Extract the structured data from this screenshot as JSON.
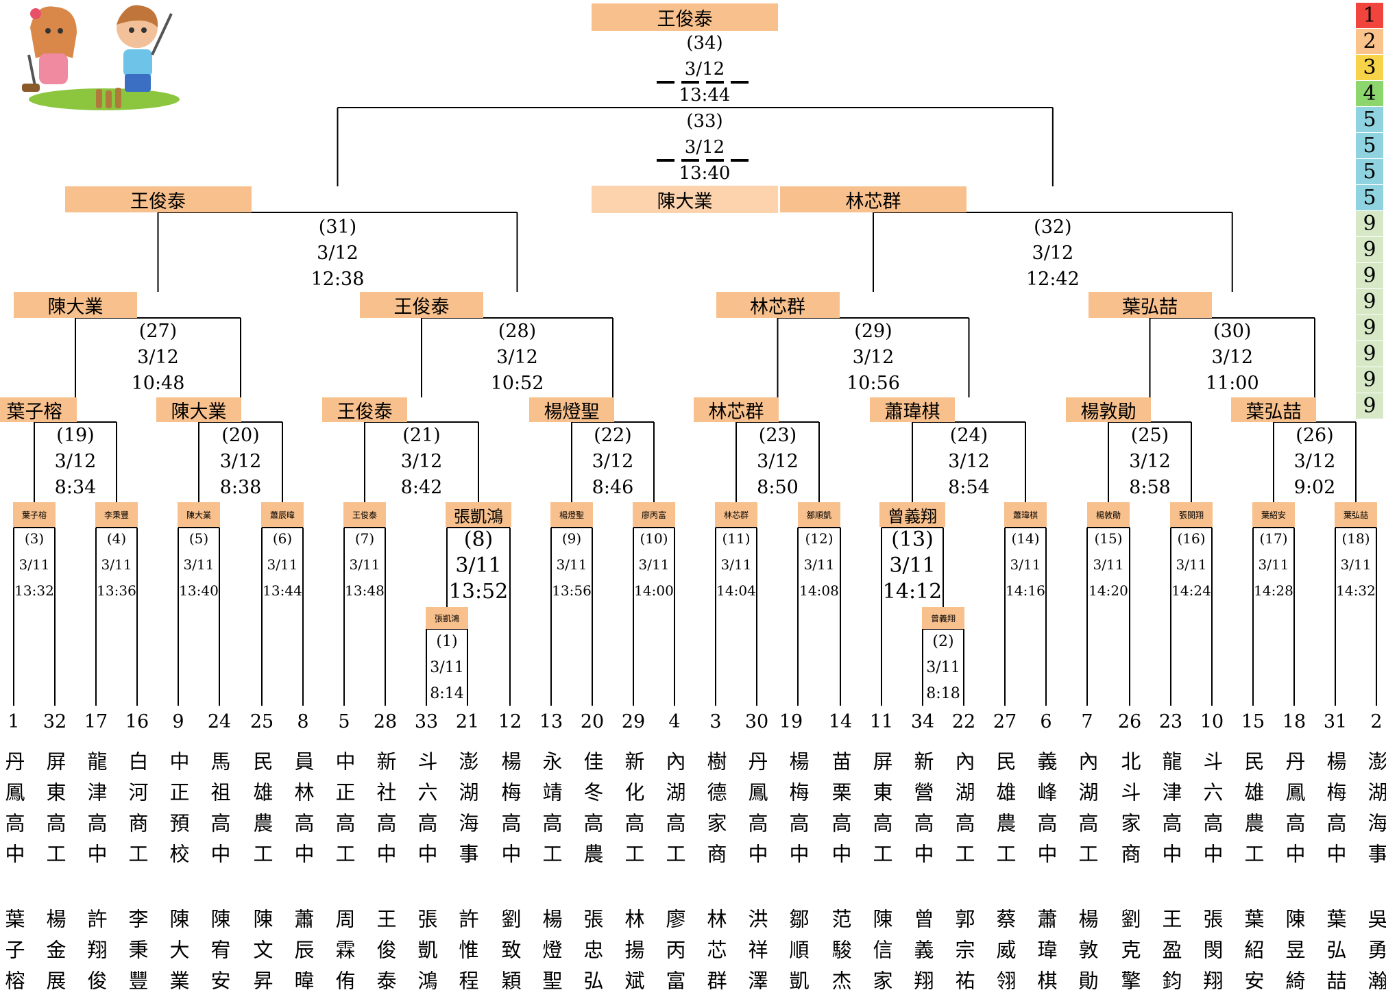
{
  "colors": {
    "box": "#f8c08c",
    "box_light": "#fcd3ad",
    "line": "#000000"
  },
  "logo": {
    "icon": "kids-croquet-illustration-icon"
  },
  "sidebar": [
    {
      "label": "1",
      "color": "#f0443c"
    },
    {
      "label": "2",
      "color": "#fbc38c"
    },
    {
      "label": "3",
      "color": "#f7d34a"
    },
    {
      "label": "4",
      "color": "#8dd66e"
    },
    {
      "label": "5",
      "color": "#8ed3df"
    },
    {
      "label": "5",
      "color": "#8ed3df"
    },
    {
      "label": "5",
      "color": "#8ed3df"
    },
    {
      "label": "5",
      "color": "#8ed3df"
    },
    {
      "label": "9",
      "color": "#d6e8c6"
    },
    {
      "label": "9",
      "color": "#d6e8c6"
    },
    {
      "label": "9",
      "color": "#d6e8c6"
    },
    {
      "label": "9",
      "color": "#d6e8c6"
    },
    {
      "label": "9",
      "color": "#d6e8c6"
    },
    {
      "label": "9",
      "color": "#d6e8c6"
    },
    {
      "label": "9",
      "color": "#d6e8c6"
    },
    {
      "label": "9",
      "color": "#d6e8c6"
    }
  ],
  "champion": "王俊泰",
  "third_place": "陳大業",
  "final": {
    "no": "(34)",
    "date": "3/12",
    "time": "13:44"
  },
  "third_match": {
    "no": "(33)",
    "date": "3/12",
    "time": "13:40"
  },
  "semis": [
    {
      "winner": "王俊泰",
      "no": "(31)",
      "date": "3/12",
      "time": "12:38"
    },
    {
      "winner": "林芯群",
      "no": "(32)",
      "date": "3/12",
      "time": "12:42"
    }
  ],
  "quarters": [
    {
      "winner": "陳大業",
      "no": "(27)",
      "date": "3/12",
      "time": "10:48"
    },
    {
      "winner": "王俊泰",
      "no": "(28)",
      "date": "3/12",
      "time": "10:52"
    },
    {
      "winner": "林芯群",
      "no": "(29)",
      "date": "3/12",
      "time": "10:56"
    },
    {
      "winner": "葉弘喆",
      "no": "(30)",
      "date": "3/12",
      "time": "11:00"
    }
  ],
  "round16": [
    {
      "winner": "葉子榕",
      "no": "(19)",
      "date": "3/12",
      "time": "8:34"
    },
    {
      "winner": "陳大業",
      "no": "(20)",
      "date": "3/12",
      "time": "8:38"
    },
    {
      "winner": "王俊泰",
      "no": "(21)",
      "date": "3/12",
      "time": "8:42"
    },
    {
      "winner": "楊燈聖",
      "no": "(22)",
      "date": "3/12",
      "time": "8:46"
    },
    {
      "winner": "林芯群",
      "no": "(23)",
      "date": "3/12",
      "time": "8:50"
    },
    {
      "winner": "蕭瑋棋",
      "no": "(24)",
      "date": "3/12",
      "time": "8:54"
    },
    {
      "winner": "楊敦勛",
      "no": "(25)",
      "date": "3/12",
      "time": "8:58"
    },
    {
      "winner": "葉弘喆",
      "no": "(26)",
      "date": "3/12",
      "time": "9:02"
    }
  ],
  "round32": [
    {
      "winner": "葉子榕",
      "no": "(3)",
      "date": "3/11",
      "time": "13:32"
    },
    {
      "winner": "李秉豐",
      "no": "(4)",
      "date": "3/11",
      "time": "13:36"
    },
    {
      "winner": "陳大業",
      "no": "(5)",
      "date": "3/11",
      "time": "13:40"
    },
    {
      "winner": "蕭辰暐",
      "no": "(6)",
      "date": "3/11",
      "time": "13:44"
    },
    {
      "winner": "王俊泰",
      "no": "(7)",
      "date": "3/11",
      "time": "13:48"
    },
    {
      "winner": "張凱鴻",
      "no": "(8)",
      "date": "3/11",
      "time": "13:52"
    },
    {
      "winner": "楊燈聖",
      "no": "(9)",
      "date": "3/11",
      "time": "13:56"
    },
    {
      "winner": "廖丙富",
      "no": "(10)",
      "date": "3/11",
      "time": "14:00"
    },
    {
      "winner": "林芯群",
      "no": "(11)",
      "date": "3/11",
      "time": "14:04"
    },
    {
      "winner": "鄒順凱",
      "no": "(12)",
      "date": "3/11",
      "time": "14:08"
    },
    {
      "winner": "曾義翔",
      "no": "(13)",
      "date": "3/11",
      "time": "14:12"
    },
    {
      "winner": "蕭瑋棋",
      "no": "(14)",
      "date": "3/11",
      "time": "14:16"
    },
    {
      "winner": "楊敦勛",
      "no": "(15)",
      "date": "3/11",
      "time": "14:20"
    },
    {
      "winner": "張閔翔",
      "no": "(16)",
      "date": "3/11",
      "time": "14:24"
    },
    {
      "winner": "葉紹安",
      "no": "(17)",
      "date": "3/11",
      "time": "14:28"
    },
    {
      "winner": "葉弘喆",
      "no": "(18)",
      "date": "3/11",
      "time": "14:32"
    }
  ],
  "prelims": [
    {
      "winner": "張凱鴻",
      "no": "(1)",
      "date": "3/11",
      "time": "8:14"
    },
    {
      "winner": "曾義翔",
      "no": "(2)",
      "date": "3/11",
      "time": "8:18"
    }
  ],
  "seeds": [
    "1",
    "32",
    "17",
    "16",
    "9",
    "24",
    "25",
    "8",
    "5",
    "28",
    "33",
    "21",
    "12",
    "13",
    "20",
    "29",
    "4",
    "3",
    "30",
    "19",
    "14",
    "11",
    "34",
    "22",
    "27",
    "6",
    "7",
    "26",
    "23",
    "10",
    "15",
    "18",
    "31",
    "2"
  ],
  "players": [
    {
      "school": "丹鳳高中",
      "name": "葉子榕"
    },
    {
      "school": "屏東高工",
      "name": "楊金展"
    },
    {
      "school": "龍津高中",
      "name": "許翔俊"
    },
    {
      "school": "白河商工",
      "name": "李秉豐"
    },
    {
      "school": "中正預校",
      "name": "陳大業"
    },
    {
      "school": "馬祖高中",
      "name": "陳宥安"
    },
    {
      "school": "民雄農工",
      "name": "陳文昇"
    },
    {
      "school": "員林高中",
      "name": "蕭辰暐"
    },
    {
      "school": "中正高工",
      "name": "周霖侑"
    },
    {
      "school": "新社高中",
      "name": "王俊泰"
    },
    {
      "school": "斗六高中",
      "name": "張凱鴻"
    },
    {
      "school": "澎湖海事",
      "name": "許惟程"
    },
    {
      "school": "楊梅高中",
      "name": "劉致穎"
    },
    {
      "school": "永靖高工",
      "name": "楊燈聖"
    },
    {
      "school": "佳冬高農",
      "name": "張忠弘"
    },
    {
      "school": "新化高工",
      "name": "林揚斌"
    },
    {
      "school": "內湖高工",
      "name": "廖丙富"
    },
    {
      "school": "樹德家商",
      "name": "林芯群"
    },
    {
      "school": "丹鳳高中",
      "name": "洪祥澤"
    },
    {
      "school": "楊梅高中",
      "name": "鄒順凱"
    },
    {
      "school": "苗栗高中",
      "name": "范駿杰"
    },
    {
      "school": "屏東高工",
      "name": "陳信家"
    },
    {
      "school": "新營高中",
      "name": "曾義翔"
    },
    {
      "school": "內湖高工",
      "name": "郭宗祐"
    },
    {
      "school": "民雄農工",
      "name": "蔡威翎"
    },
    {
      "school": "義峰高中",
      "name": "蕭瑋棋"
    },
    {
      "school": "內湖高工",
      "name": "楊敦勛"
    },
    {
      "school": "北斗家商",
      "name": "劉克擎"
    },
    {
      "school": "龍津高中",
      "name": "王盈鈞"
    },
    {
      "school": "斗六高中",
      "name": "張閔翔"
    },
    {
      "school": "民雄農工",
      "name": "葉紹安"
    },
    {
      "school": "丹鳳高中",
      "name": "陳昱綺"
    },
    {
      "school": "楊梅高中",
      "name": "葉弘喆"
    },
    {
      "school": "澎湖海事",
      "name": "吳勇瀚"
    }
  ]
}
